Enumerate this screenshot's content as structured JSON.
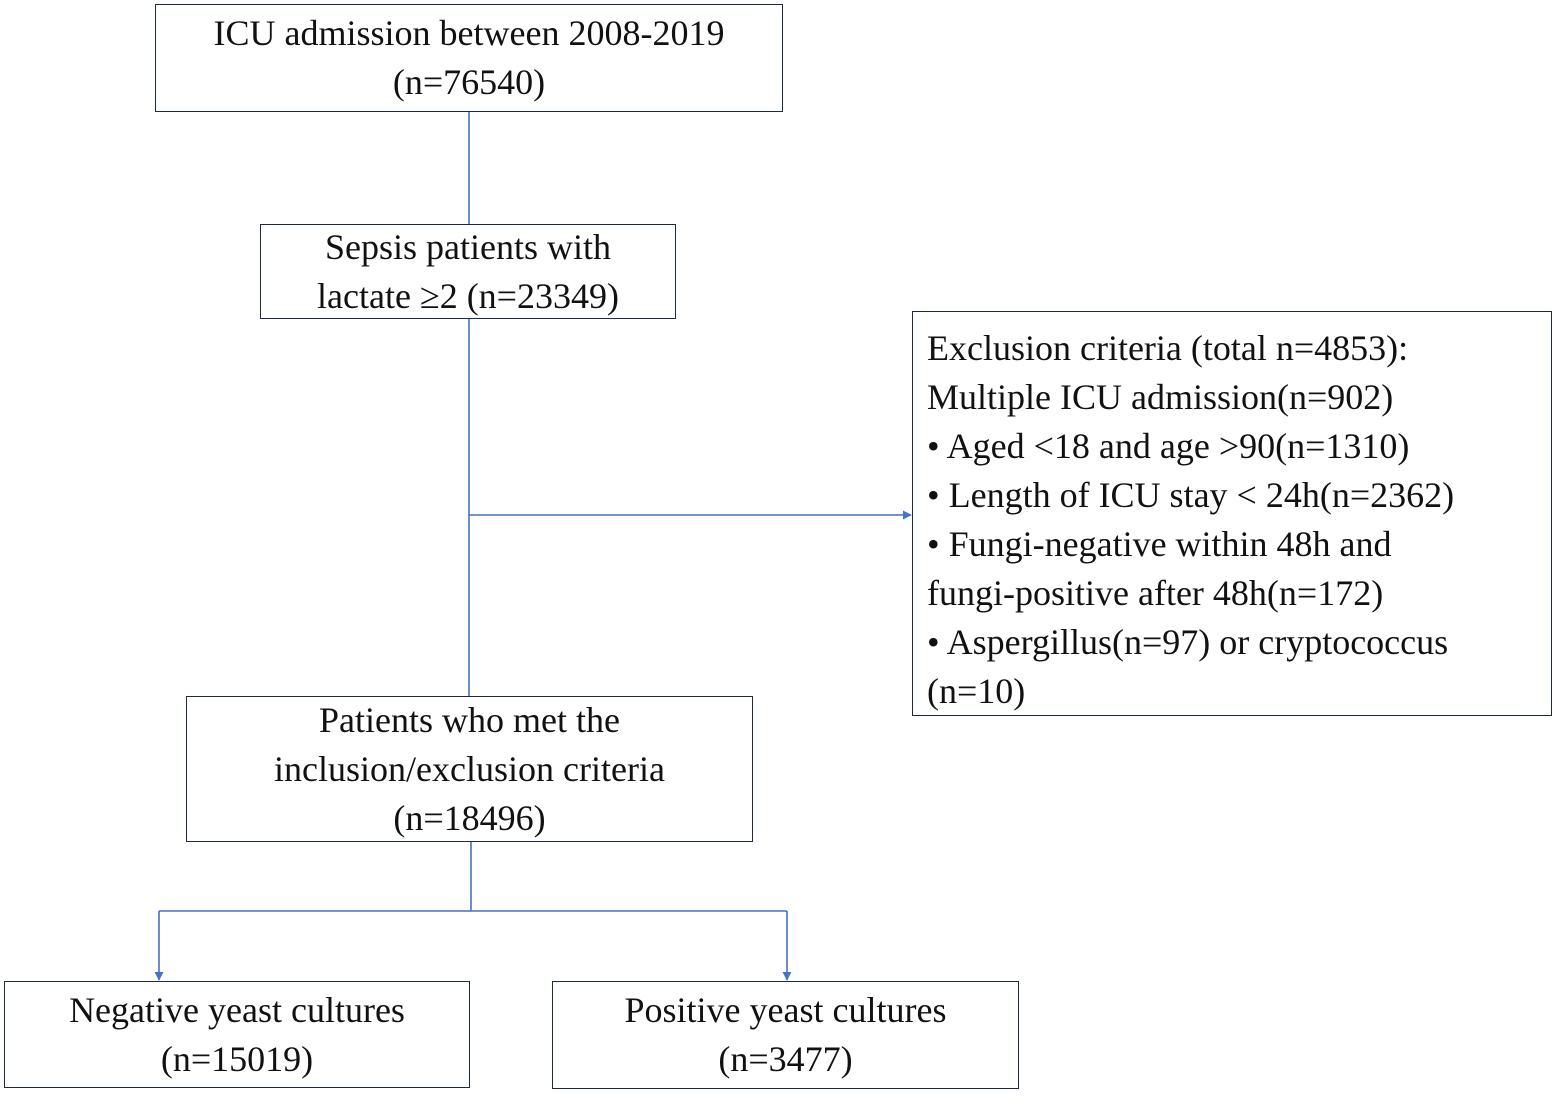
{
  "diagram": {
    "line_color": "#4472c4",
    "border_color": "#1f2a44",
    "boxes": {
      "icu_admission": {
        "lines": [
          "ICU admission between 2008-2019",
          "(n=76540)"
        ]
      },
      "sepsis": {
        "lines": [
          "Sepsis patients with",
          "lactate ≥2 (n=23349)"
        ]
      },
      "exclusion": {
        "lines": [
          "Exclusion criteria (total n=4853):",
          "Multiple ICU admission(n=902)",
          "• Aged <18 and age >90(n=1310)",
          "• Length of ICU stay < 24h(n=2362)",
          "• Fungi-negative within 48h and",
          "fungi-positive after 48h(n=172)",
          "• Aspergillus(n=97) or cryptococcus",
          "(n=10)"
        ]
      },
      "included": {
        "lines": [
          "Patients who met the",
          "inclusion/exclusion criteria",
          "(n=18496)"
        ]
      },
      "negative": {
        "lines": [
          "Negative yeast cultures",
          "(n=15019)"
        ]
      },
      "positive": {
        "lines": [
          "Positive yeast cultures",
          "(n=3477)"
        ]
      }
    }
  }
}
